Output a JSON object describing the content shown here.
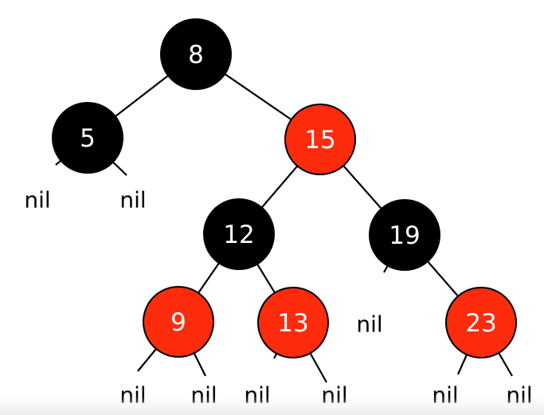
{
  "tree": {
    "nodes": [
      {
        "id": "n8",
        "key": "8",
        "color": "black",
        "left": "n5",
        "right": "n15"
      },
      {
        "id": "n5",
        "key": "5",
        "color": "black",
        "left": "nil",
        "right": "nil"
      },
      {
        "id": "n15",
        "key": "15",
        "color": "red",
        "left": "n12",
        "right": "n19"
      },
      {
        "id": "n12",
        "key": "12",
        "color": "black",
        "left": "n9",
        "right": "n13"
      },
      {
        "id": "n19",
        "key": "19",
        "color": "black",
        "left": "nil",
        "right": "n23"
      },
      {
        "id": "n9",
        "key": "9",
        "color": "red",
        "left": "nil",
        "right": "nil"
      },
      {
        "id": "n13",
        "key": "13",
        "color": "red",
        "left": "nil",
        "right": "nil"
      },
      {
        "id": "n23",
        "key": "23",
        "color": "red",
        "left": "nil",
        "right": "nil"
      }
    ],
    "nil_label": "nil"
  },
  "colors": {
    "black": "#000000",
    "red": "#fe2b0d",
    "background": "#ffffff"
  }
}
